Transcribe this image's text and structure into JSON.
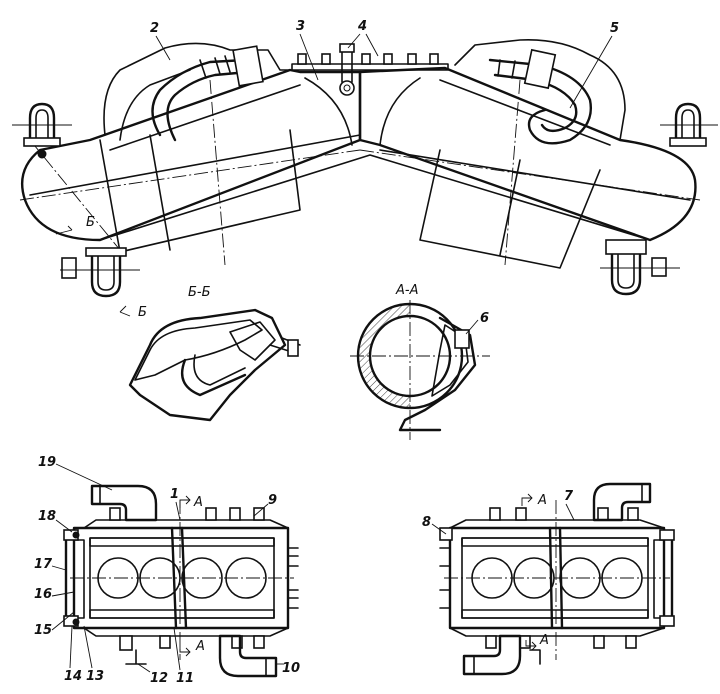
{
  "callouts": {
    "c1": "1",
    "c2": "2",
    "c3": "3",
    "c4": "4",
    "c5": "5",
    "c6": "6",
    "c7": "7",
    "c8": "8",
    "c9": "9",
    "c10": "10",
    "c11": "11",
    "c12": "12",
    "c13": "13",
    "c14": "14",
    "c15": "15",
    "c16": "16",
    "c17": "17",
    "c18": "18",
    "c19": "19"
  },
  "section_labels": {
    "bb_title": "Б-Б",
    "aa_title": "А-А",
    "b_mark_top": "Б",
    "b_mark_bottom": "Б",
    "a_mark_left_top": "А",
    "a_mark_left_bottom": "А",
    "a_mark_right_top": "А",
    "a_mark_right_bottom": "А"
  }
}
